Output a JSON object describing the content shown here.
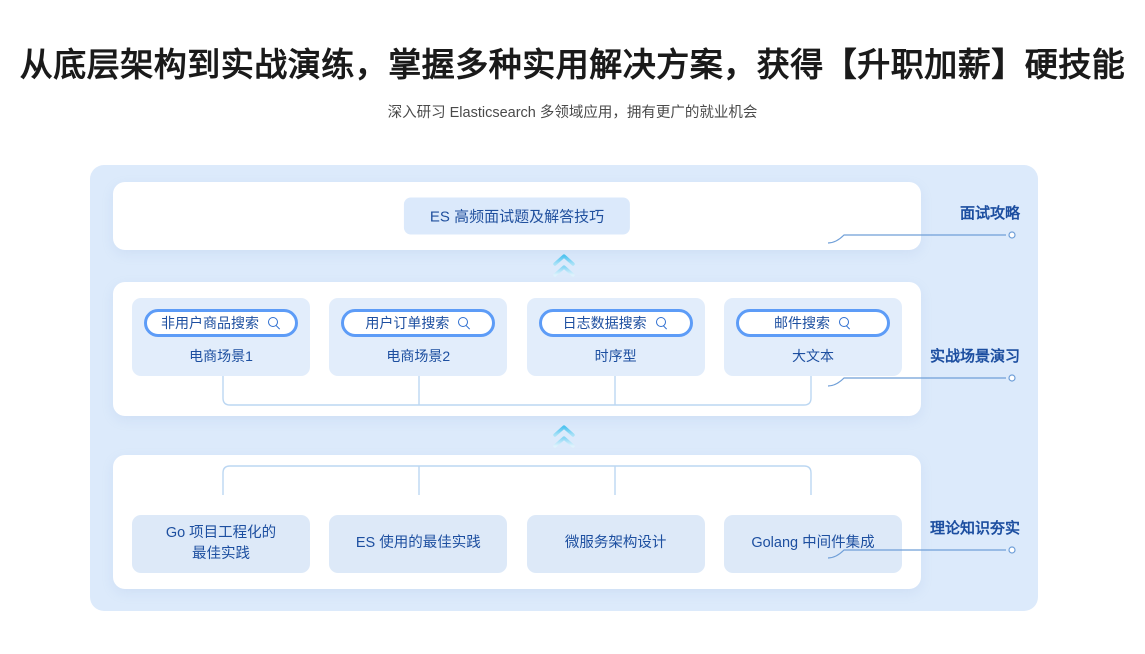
{
  "header": {
    "title": "从底层架构到实战演练，掌握多种实用解决方案，获得【升职加薪】硬技能",
    "subtitle": "深入研习 Elasticsearch 多领域应用，拥有更广的就业机会"
  },
  "colors": {
    "container_bg": "#dceafb",
    "panel_bg": "#ffffff",
    "card_bg": "#e2edfb",
    "pill_border": "#5d9cf7",
    "text_blue": "#1d4fa0",
    "chevron": "#5ec8f0"
  },
  "diagram": {
    "interview": {
      "stage_label": "面试攻略",
      "pill_label": "ES 高频面试题及解答技巧"
    },
    "practice": {
      "stage_label": "实战场景演习",
      "cards": [
        {
          "title": "非用户商品搜索",
          "icon": "search-icon",
          "caption": "电商场景1"
        },
        {
          "title": "用户订单搜索",
          "icon": "search-icon",
          "caption": "电商场景2"
        },
        {
          "title": "日志数据搜索",
          "icon": "search-icon",
          "caption": "时序型"
        },
        {
          "title": "邮件搜索",
          "icon": "search-icon",
          "caption": "大文本"
        }
      ]
    },
    "theory": {
      "stage_label": "理论知识夯实",
      "cards": [
        {
          "line1": "Go 项目工程化的",
          "line2": "最佳实践"
        },
        {
          "line1": "ES 使用的最佳实践",
          "line2": ""
        },
        {
          "line1": "微服务架构设计",
          "line2": ""
        },
        {
          "line1": "Golang 中间件集成",
          "line2": ""
        }
      ]
    }
  }
}
